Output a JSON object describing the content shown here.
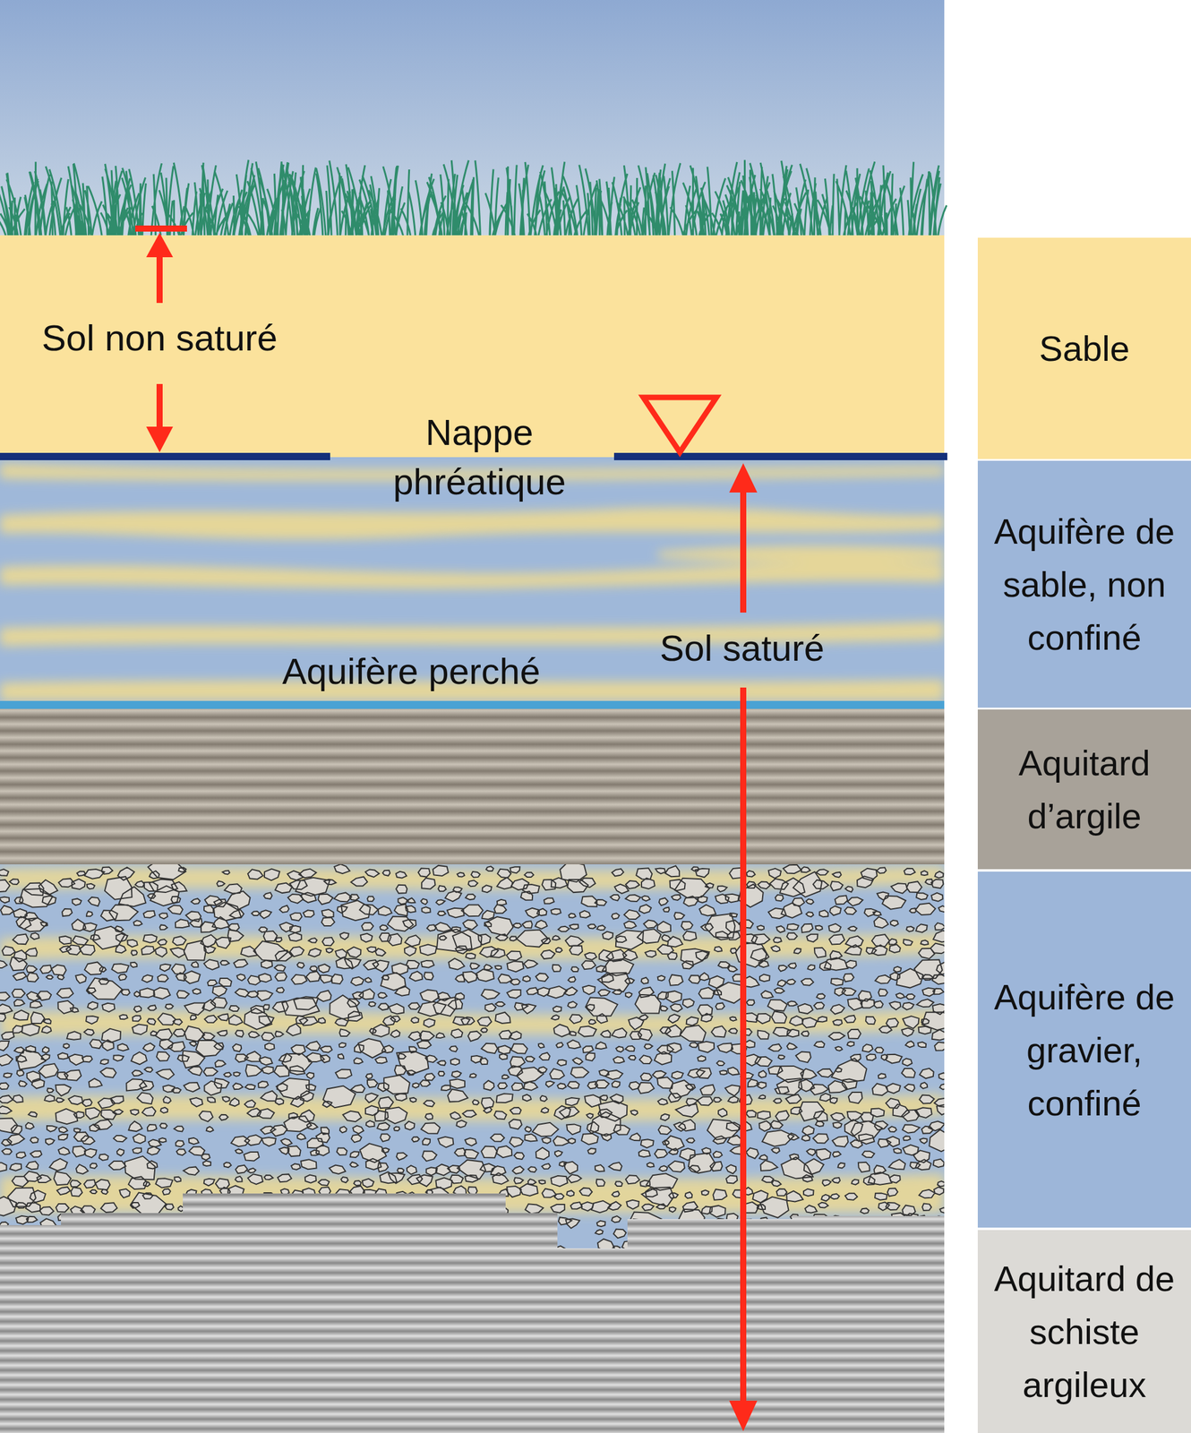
{
  "diagram": {
    "nodes": [
      {
        "text": [
          "Sable"
        ]
      },
      {
        "text": [
          "Aquifère de sable, non confiné"
        ]
      },
      {
        "text": [
          "Aquitard d’argile"
        ]
      },
      {
        "text": [
          "Aquifère de gravier, confiné"
        ]
      },
      {
        "text": [
          "Aquitard de schiste argileux"
        ]
      }
    ],
    "labels": [
      "Sol non saturé",
      "Nappe phréatique",
      "Sol saturé",
      "Aquifère perché"
    ]
  }
}
